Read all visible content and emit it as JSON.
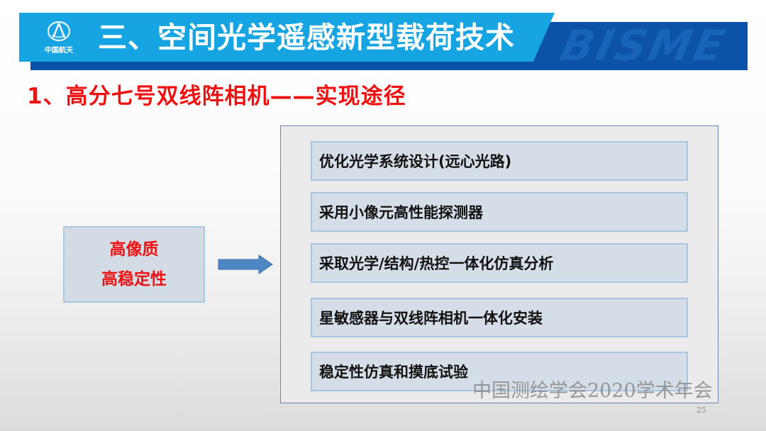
{
  "header": {
    "title": "三、空间光学遥感新型载荷技术",
    "logo_text": "中国航天",
    "brand_watermark": "BISME",
    "colors": {
      "light_blue": "#16a5e2",
      "dark_blue": "#0b52a8"
    }
  },
  "subtitle": {
    "text": "1、高分七号双线阵相机——实现途径",
    "color": "#ee1111"
  },
  "diagram": {
    "source": {
      "lines": [
        "高像质",
        "高稳定性"
      ]
    },
    "arrow": "right-arrow",
    "approaches": [
      "优化光学系统设计(远心光路)",
      "采用小像元高性能探测器",
      "采取光学/结构/热控一体化仿真分析",
      "星敏感器与双线阵相机一体化安装",
      "稳定性仿真和摸底试验"
    ]
  },
  "footer": {
    "watermark": "中国测绘学会2020学术年会",
    "page_number": "25"
  }
}
